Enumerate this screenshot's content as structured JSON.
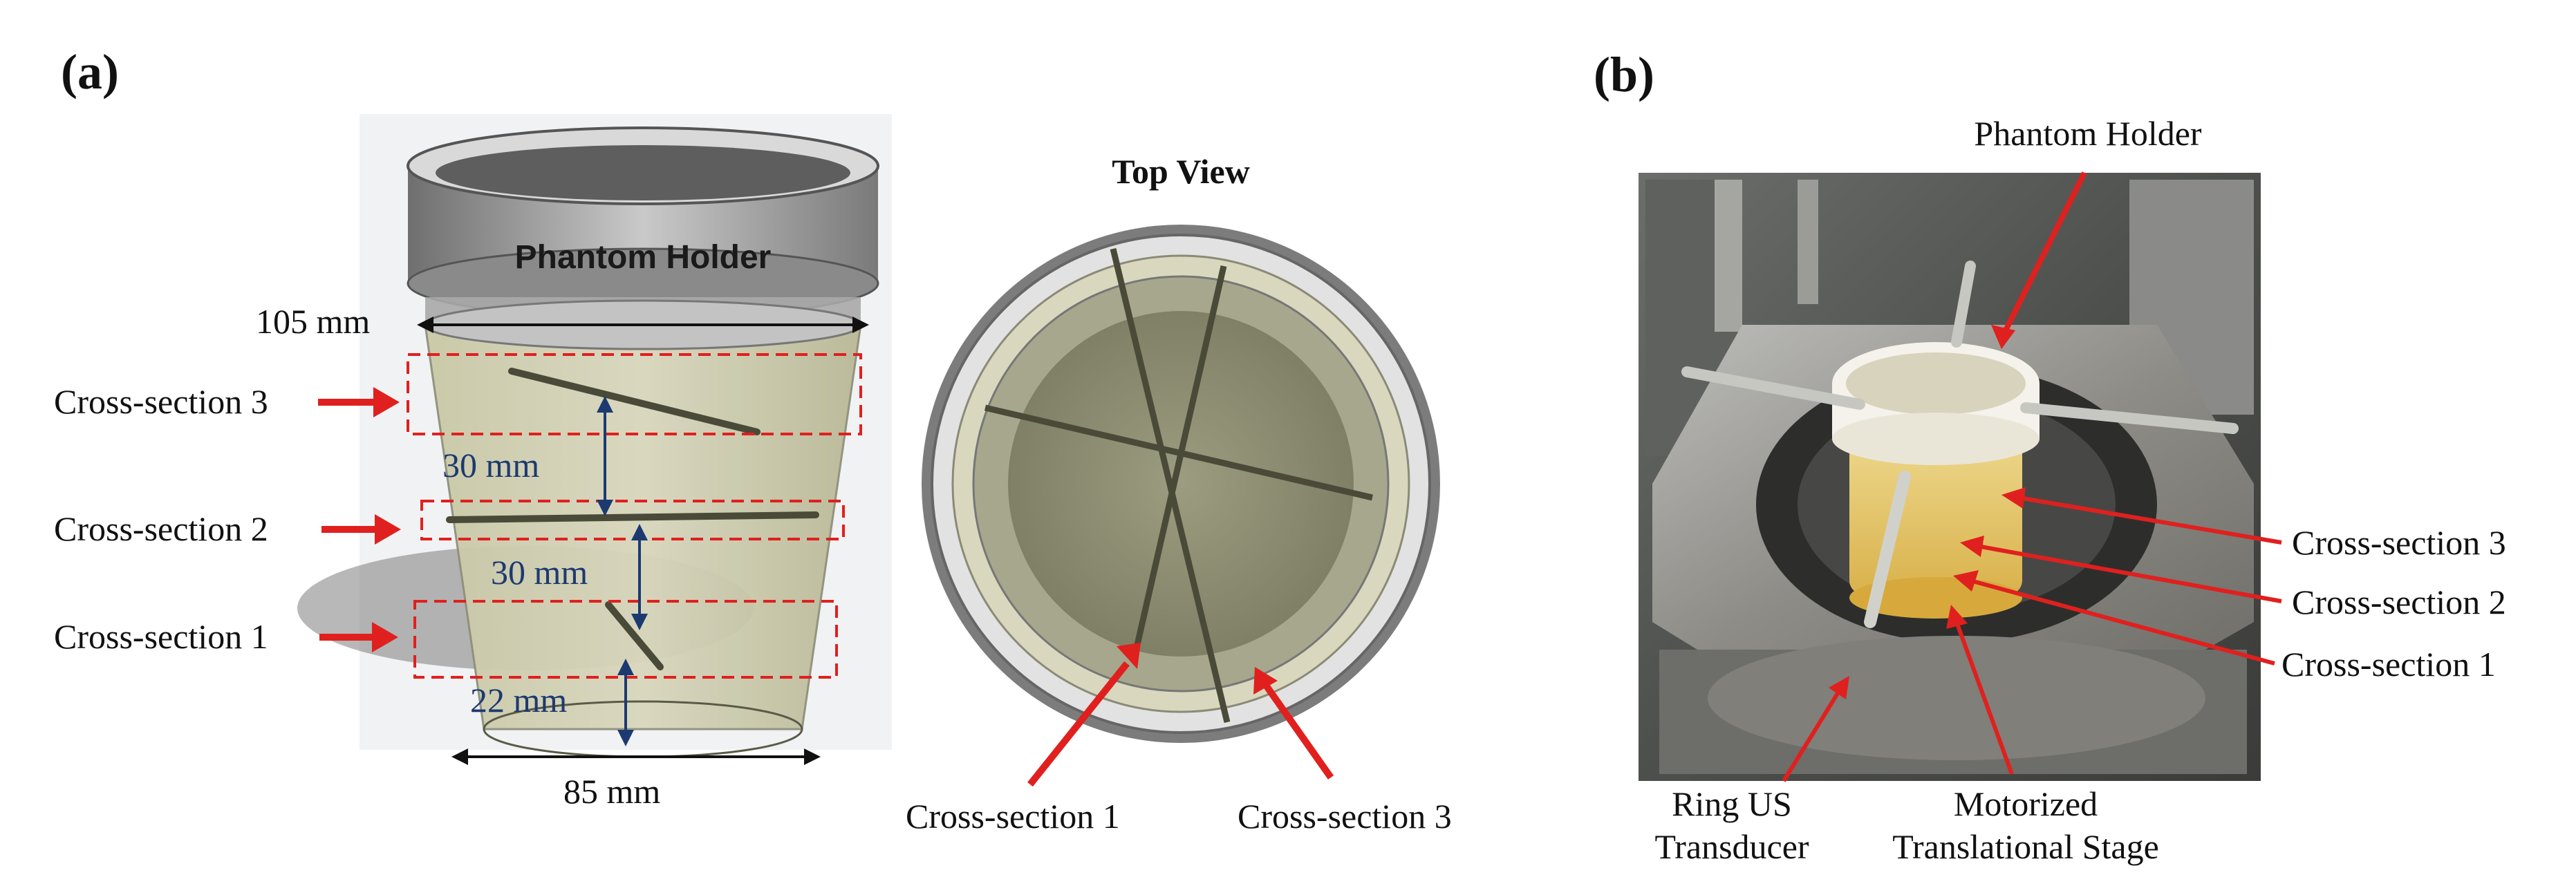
{
  "panels": {
    "a": {
      "label": "(a)",
      "holder_label": "Phantom Holder",
      "top_dim": "105 mm",
      "bottom_dim": "85 mm",
      "gap_3_2": "30 mm",
      "gap_2_1": "30 mm",
      "gap_1_bottom": "22 mm",
      "cross_sections": [
        "Cross-section 3",
        "Cross-section 2",
        "Cross-section 1"
      ],
      "top_view": {
        "title": "Top View",
        "callouts": [
          "Cross-section 1",
          "Cross-section 3"
        ]
      }
    },
    "b": {
      "label": "(b)",
      "holder_label": "Phantom Holder",
      "cross_sections": [
        "Cross-section 3",
        "Cross-section 2",
        "Cross-section 1"
      ],
      "transducer_label": [
        "Ring US",
        "Transducer"
      ],
      "stage_label": [
        "Motorized",
        "Translational Stage"
      ]
    }
  },
  "colors": {
    "arrow_red": "#e0201e",
    "dim_blue": "#1d3a70",
    "phantom_fill": "#d4d3b3",
    "holder_gray": "#9a9a9a",
    "rod": "#4a4a38"
  }
}
